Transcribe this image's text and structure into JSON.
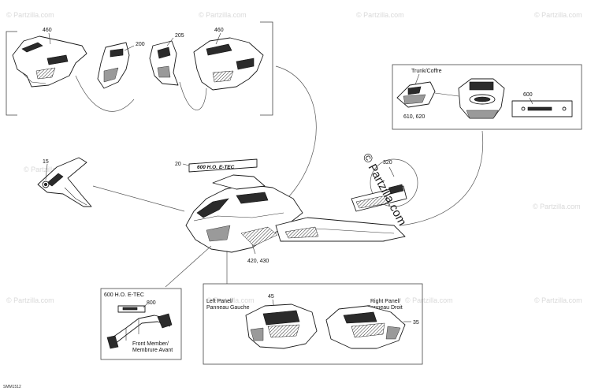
{
  "watermark": {
    "text": "© Partzilla.com",
    "big_text": "© Partzilla.com"
  },
  "diagram_code": "SMM1512",
  "labels": {
    "l460a": "460",
    "l200": "200",
    "l205": "205",
    "l460b": "460",
    "trunk": "Trunk/Coffre",
    "l610": "610, 620",
    "l600": "600",
    "l15": "15",
    "l20": "20",
    "l320": "320",
    "l420": "420, 430",
    "engine_title": "600 H.O. E-TEC",
    "l800": "800",
    "front_member_1": "Front Member/",
    "front_member_2": "Membrure Avant",
    "left_panel_1": "Left Panel/",
    "left_panel_2": "Panneau Gauche",
    "l45": "45",
    "right_panel_1": "Right Panel/",
    "right_panel_2": "Panneau Droit",
    "l35": "35"
  },
  "decal_text": {
    "hood": "600 H.O. E-TEC"
  }
}
